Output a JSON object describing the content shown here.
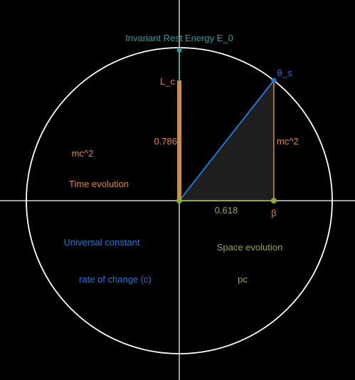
{
  "colors": {
    "background": "#000000",
    "axes": "#ffffff",
    "circle": "#ffffff",
    "hypotenuse": "#1f77d8",
    "rest_energy": "#1aa3a3",
    "time": "#d9884a",
    "space": "#8bab3a",
    "triangle_fill": "#1e1e1e"
  },
  "diagram": {
    "rest_energy_label": "Invariant Rest Energy E_0",
    "angle_label": "θ_s",
    "time_bar_label": "L_c",
    "time_value": 0.786,
    "time_value_label": "0.786",
    "space_value": 0.618,
    "space_value_label": "0.618",
    "vertical_leg_label": "mc^2",
    "beta_label": "β"
  },
  "quadrants": {
    "top_left": {
      "line1": "mc^2",
      "line2": "Time evolution"
    },
    "bottom_left": {
      "line1": "Universal constant",
      "line2": "rate of change (c)"
    },
    "bottom_right": {
      "line1": "Space evolution",
      "line2": "pc"
    }
  }
}
